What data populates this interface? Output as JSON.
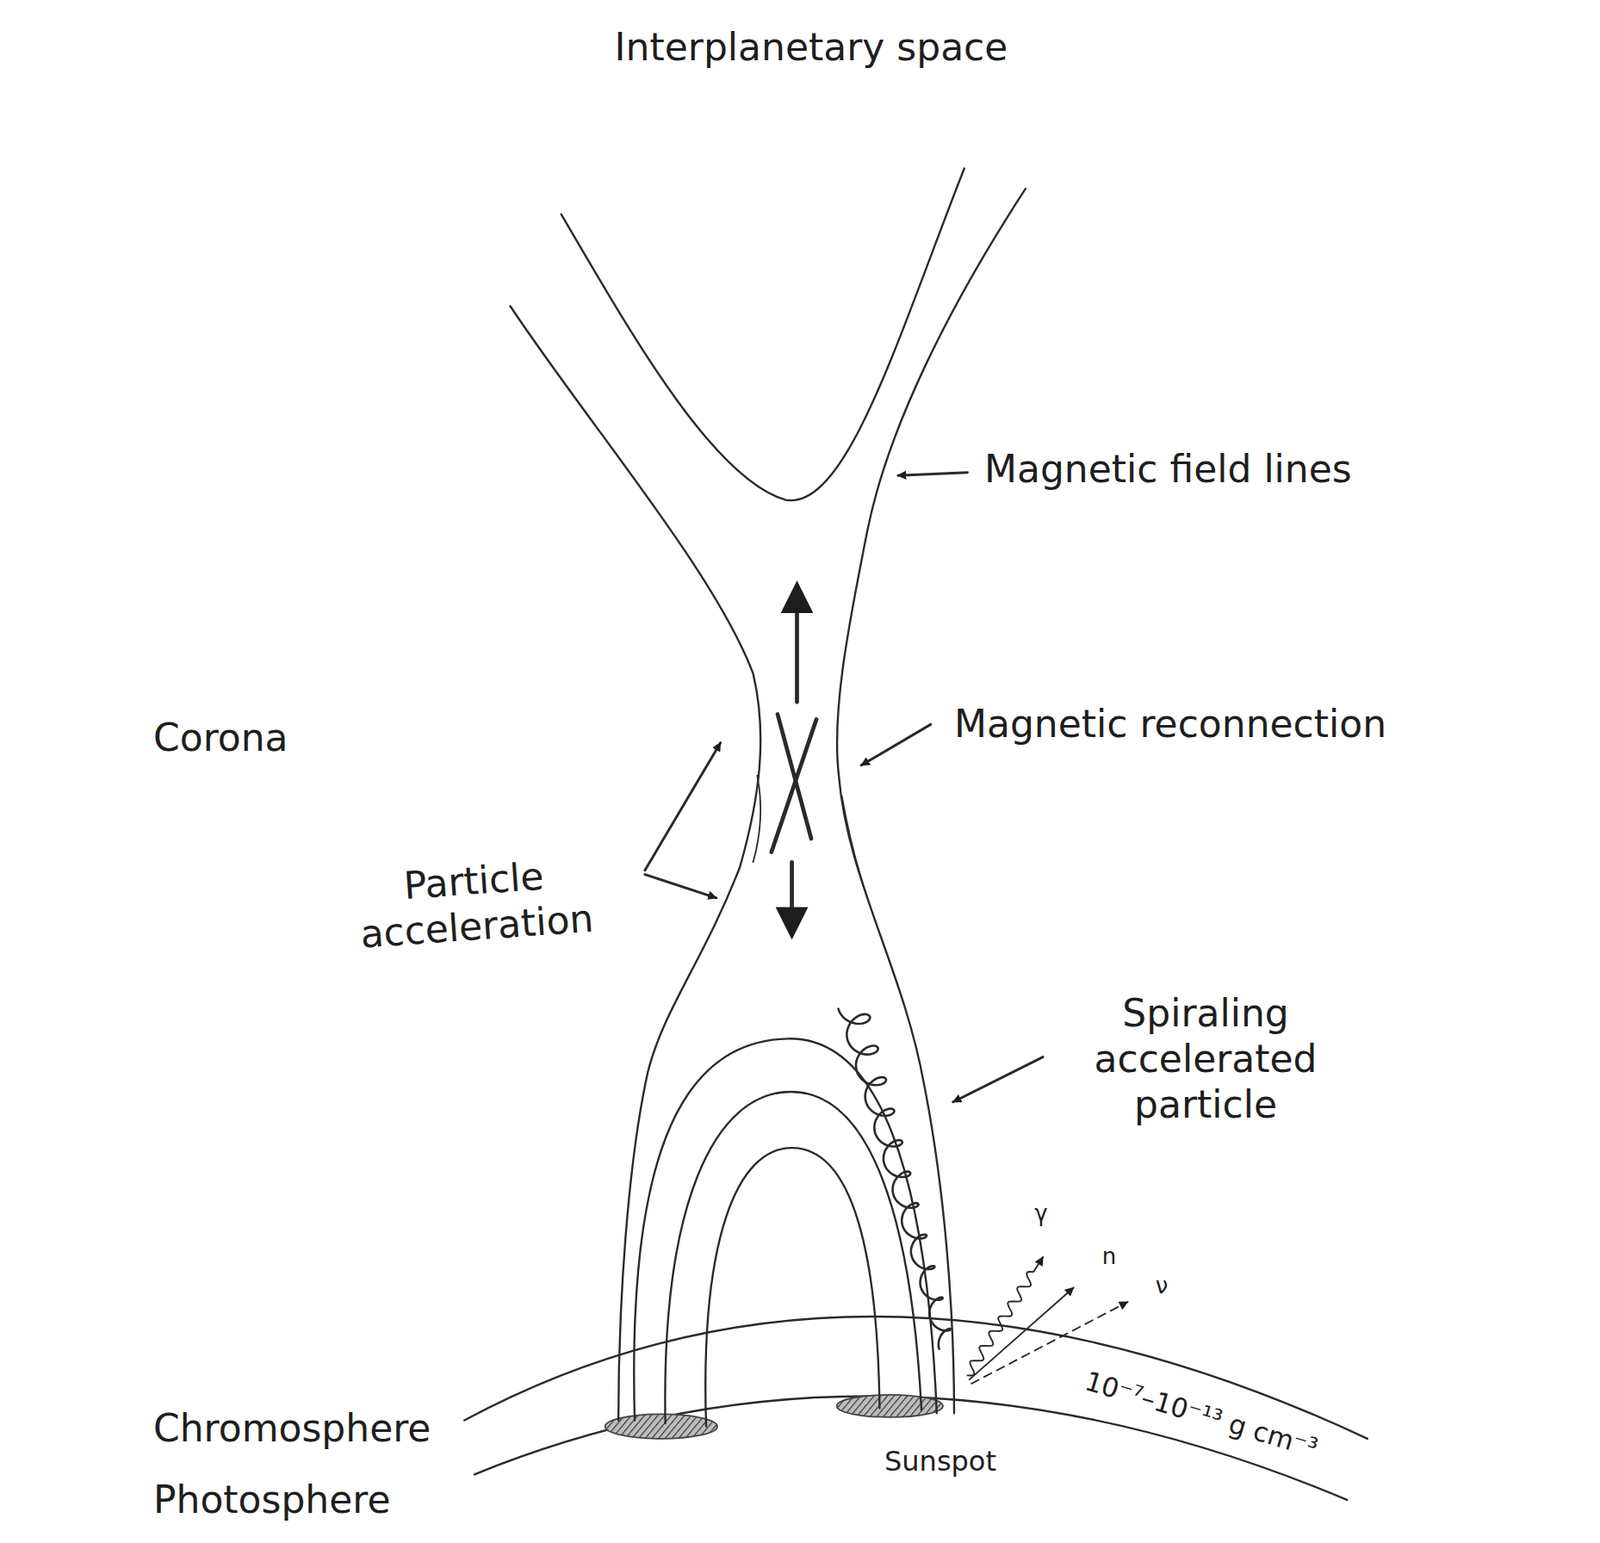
{
  "diagram": {
    "labels": [
      "Interplanetary space",
      "Magnetic field lines",
      "Corona",
      "Magnetic reconnection",
      "Particle acceleration",
      "Spiraling accelerated particle",
      "γ",
      "n",
      "ν",
      "10⁻⁷–10⁻¹³ g cm⁻³",
      "Chromosphere",
      "Sunspot",
      "Photosphere"
    ]
  }
}
